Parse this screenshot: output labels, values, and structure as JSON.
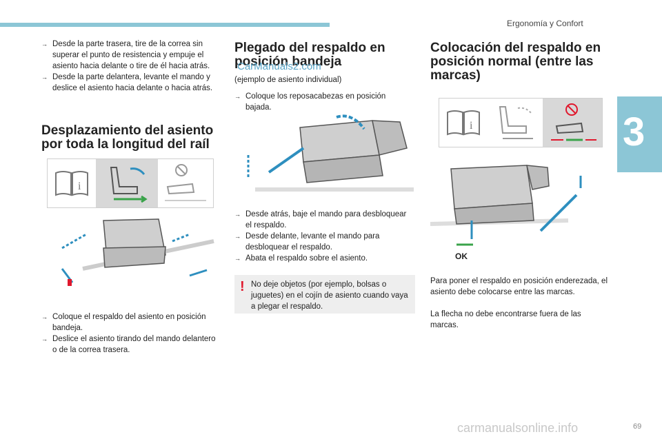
{
  "header": {
    "section_title": "Ergonomía y Confort",
    "chapter_number": "3"
  },
  "col1": {
    "bullets_top": [
      "Desde la parte trasera, tire de la correa sin superar el punto de resistencia y empuje el asiento hacia delante o tire de él hacia atrás.",
      "Desde la parte delantera, levante el mando y deslice el asiento hacia delante o hacia atrás."
    ],
    "title": "Desplazamiento del asiento por toda la longitud del raíl",
    "bullets_bottom": [
      "Coloque el respaldo del asiento en posición bandeja.",
      "Deslice el asiento tirando del mando delantero o de la correa trasera."
    ]
  },
  "col2": {
    "title": "Plegado del respaldo en posición bandeja",
    "watermark": "CarManuals2.com",
    "subtitle": "(ejemplo de asiento individual)",
    "bullets_top": [
      "Coloque los reposacabezas en posición bajada."
    ],
    "bullets_bottom": [
      "Desde atrás, baje el mando para desbloquear el respaldo.",
      "Desde delante, levante el mando para desbloquear el respaldo.",
      "Abata el respaldo sobre el asiento."
    ],
    "warning": "No deje objetos (por ejemplo, bolsas o juguetes) en el cojín de asiento cuando vaya a plegar el respaldo."
  },
  "col3": {
    "title": "Colocación del respaldo en posición normal (entre las marcas)",
    "ok_label": "OK",
    "paragraph1": "Para poner el respaldo en posición enderezada, el asiento debe colocarse entre las marcas.",
    "paragraph2": "La flecha no debe encontrarse fuera de las marcas."
  },
  "footer": {
    "page_number": "69",
    "watermark": "carmanualsonline.info"
  },
  "colors": {
    "accent": "#8cc6d6",
    "arrow": "#2e8fbf",
    "warning": "#e0182d",
    "green": "#3aa34a"
  }
}
